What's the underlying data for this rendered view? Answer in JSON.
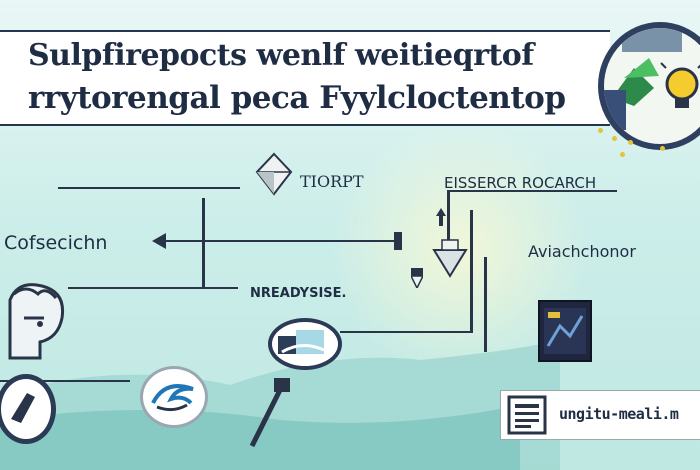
{
  "title": {
    "line1": "Sulpfirepocts wenlf weitieqrtof",
    "line2": "rrytorengal peca Fyylcloctentop"
  },
  "labels": {
    "tiorpt": "TIORPT",
    "eissercr_rocarch": "EISSERCR ROCARCH",
    "cofsecichn": "Cofsecichn",
    "aviachchonor": "Aviachchonor",
    "nreadysise": "NREADYSISE."
  },
  "doc_strip": {
    "text": "ungitu-meali.m"
  },
  "icons": {
    "top_right": "lightbulb-leaf-icon",
    "diamond": "diamond-icon",
    "tiny_arrow_1": "arrow-up-icon",
    "tiny_arrow_2": "arrow-down-icon",
    "mini_diamond": "gem-icon",
    "chart_circle": "data-circle-icon",
    "dark_panel": "dark-screen-icon",
    "person": "person-face-icon",
    "left_circle": "circle-pointer-icon",
    "swirl_circle": "swirl-circle-icon",
    "document": "document-icon"
  },
  "colors": {
    "navy": "#2a3448",
    "teal_bg": "#cdeeea",
    "accent_yellow": "#f3c834",
    "accent_green": "#3aa05a"
  }
}
